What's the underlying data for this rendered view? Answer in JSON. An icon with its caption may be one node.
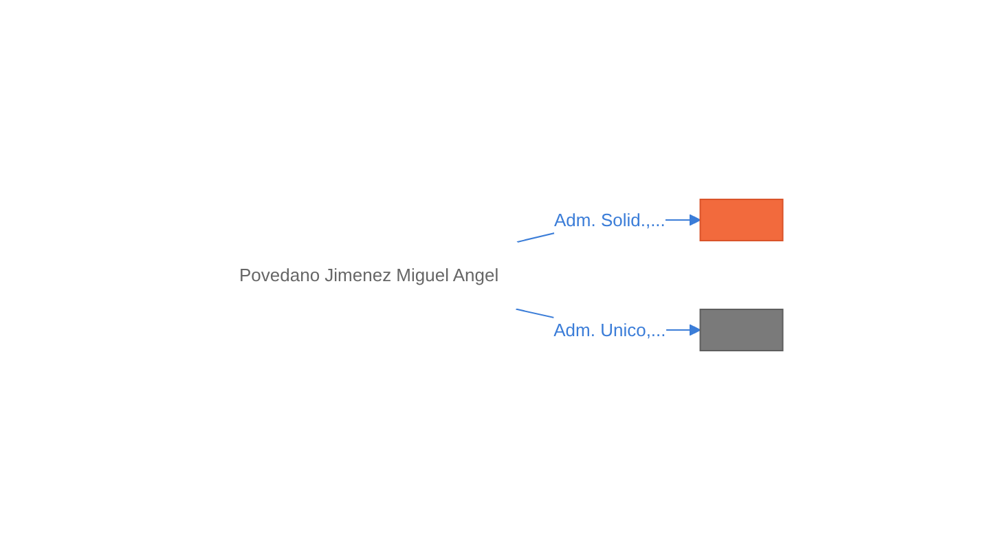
{
  "diagram": {
    "nodes": [
      {
        "text": [
          "Povedano Jimenez Miguel Angel"
        ]
      },
      {
        "text": [],
        "shape": "building"
      },
      {
        "text": [],
        "shape": "building"
      }
    ],
    "edges": [
      {
        "from": 0,
        "to": 1,
        "arrow": "to",
        "label": "Adm. Solid.,..."
      },
      {
        "from": 0,
        "to": 2,
        "arrow": "to",
        "label": "Adm. Unico,..."
      }
    ]
  }
}
